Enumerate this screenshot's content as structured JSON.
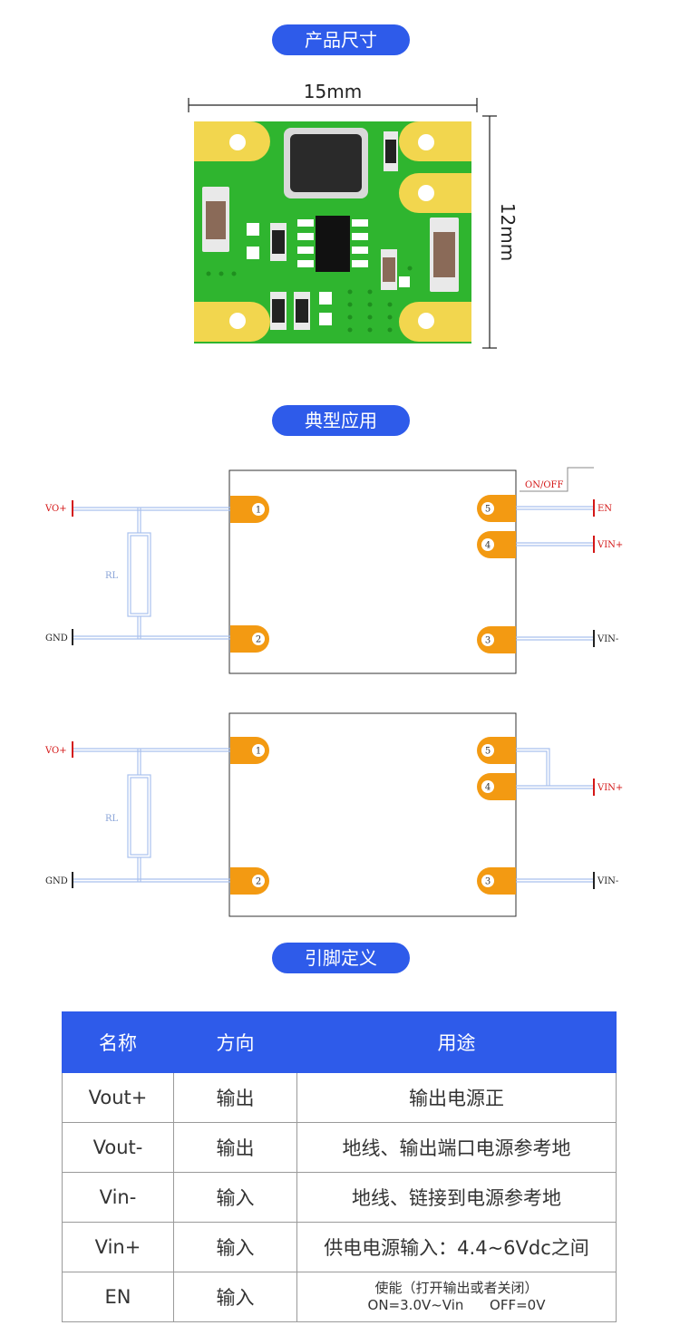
{
  "sections": {
    "size_title": "产品尺寸",
    "app_title": "典型应用",
    "pin_title": "引脚定义"
  },
  "dimensions": {
    "width": "15mm",
    "height": "12mm"
  },
  "circuit1": {
    "labels": {
      "vo_plus": "VO+",
      "gnd": "GND",
      "rl": "RL",
      "on_off": "ON/OFF",
      "en": "EN",
      "vin_plus": "VIN+",
      "vin_minus": "VIN-"
    },
    "pins": [
      "1",
      "2",
      "3",
      "4",
      "5"
    ]
  },
  "circuit2": {
    "labels": {
      "vo_plus": "VO+",
      "gnd": "GND",
      "rl": "RL",
      "vin_plus": "VIN+",
      "vin_minus": "VIN-"
    },
    "pins": [
      "1",
      "2",
      "3",
      "4",
      "5"
    ]
  },
  "pin_table": {
    "headers": [
      "名称",
      "方向",
      "用途"
    ],
    "rows": [
      {
        "name": "Vout+",
        "dir": "输出",
        "use": "输出电源正"
      },
      {
        "name": "Vout-",
        "dir": "输出",
        "use": "地线、输出端口电源参考地"
      },
      {
        "name": "Vin-",
        "dir": "输入",
        "use": "地线、链接到电源参考地"
      },
      {
        "name": "Vin+",
        "dir": "输入",
        "use": "供电电源输入：4.4~6Vdc之间"
      },
      {
        "name": "EN",
        "dir": "输入",
        "use_line1": "使能（打开输出或者关闭）",
        "use_line2": "ON=3.0V~Vin      OFF=0V"
      }
    ]
  },
  "colors": {
    "accent": "#2e5bea",
    "pcb": "#2fb52f",
    "pad": "#f2d64e",
    "pin": "#f39a12",
    "signal": "#d41717"
  }
}
